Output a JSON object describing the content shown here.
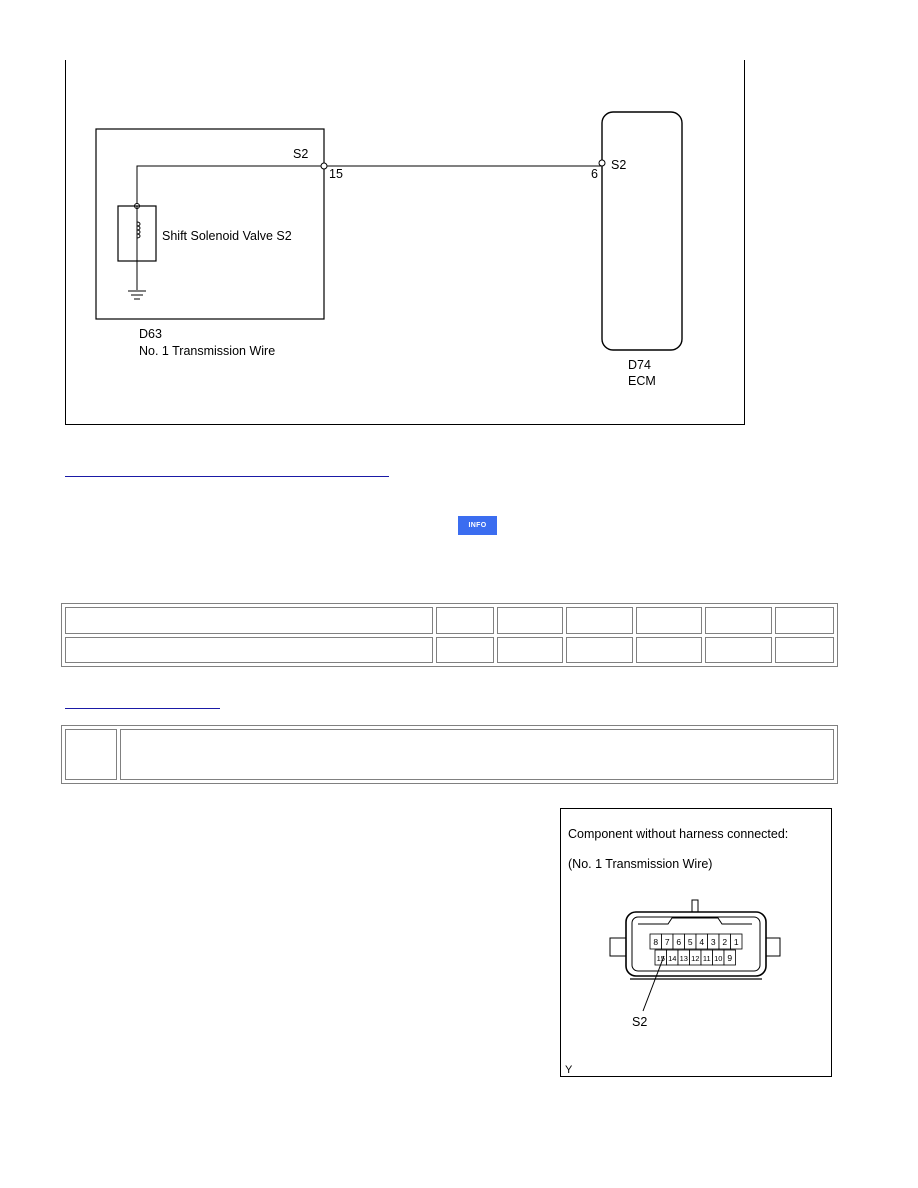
{
  "wiring_diagram": {
    "left_component": {
      "connector_code": "D63",
      "name": "No. 1 Transmission Wire",
      "terminal_signal": "S2",
      "terminal_pin": "15",
      "solenoid_label": "Shift Solenoid Valve S2"
    },
    "right_component": {
      "connector_code": "D74",
      "name": "ECM",
      "terminal_signal": "S2",
      "terminal_pin": "6"
    }
  },
  "info_button": {
    "label": "INFO"
  },
  "connector_view": {
    "caption_line1": "Component without harness connected:",
    "caption_line2": "(No. 1 Transmission Wire)",
    "top_row_pins": [
      "8",
      "7",
      "6",
      "5",
      "4",
      "3",
      "2",
      "1"
    ],
    "bottom_row_pins": [
      "15",
      "14",
      "13",
      "12",
      "11",
      "10",
      "9"
    ],
    "pointer_label": "S2",
    "corner_mark": "Y"
  }
}
